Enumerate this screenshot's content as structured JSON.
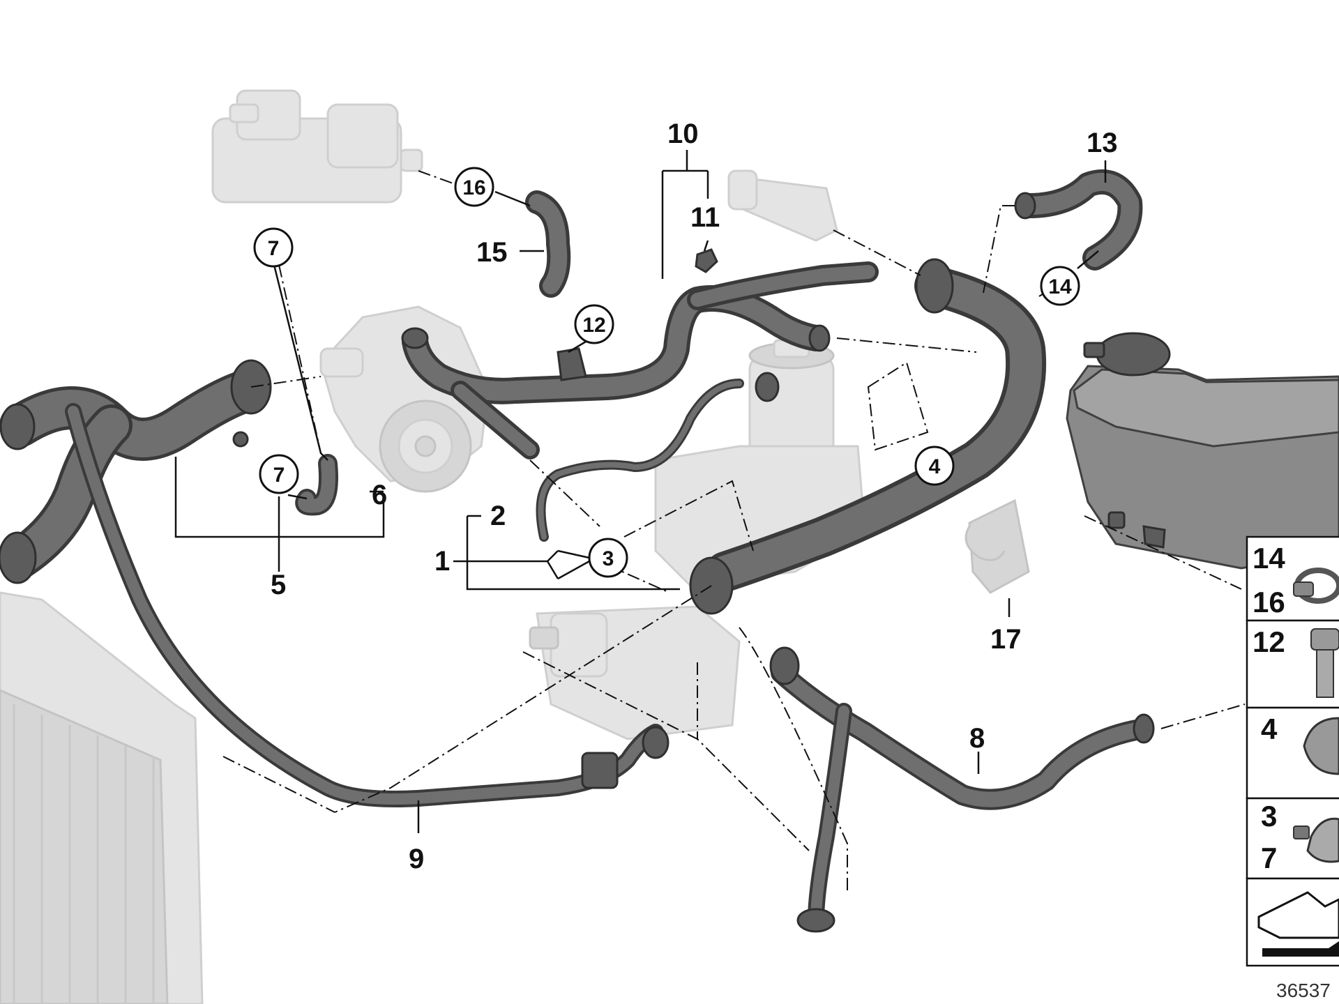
{
  "diagram": {
    "callouts": {
      "c1": "1",
      "c2": "2",
      "c5": "5",
      "c6": "6",
      "c8": "8",
      "c9": "9",
      "c10": "10",
      "c11": "11",
      "c13": "13",
      "c15": "15",
      "c17": "17"
    },
    "circled": {
      "c3": "3",
      "c4": "4",
      "c7a": "7",
      "c7b": "7",
      "c12": "12",
      "c14": "14",
      "c16": "16"
    },
    "legend": {
      "row1_top": "14",
      "row1_bottom": "16",
      "row2": "12",
      "row3": "4",
      "row4_top": "3",
      "row4_bottom": "7"
    },
    "doc_id": "36537"
  },
  "colors": {
    "hose": "#6f6f6f",
    "ghost_component": "#e4e4e4",
    "outline": "#111111"
  }
}
